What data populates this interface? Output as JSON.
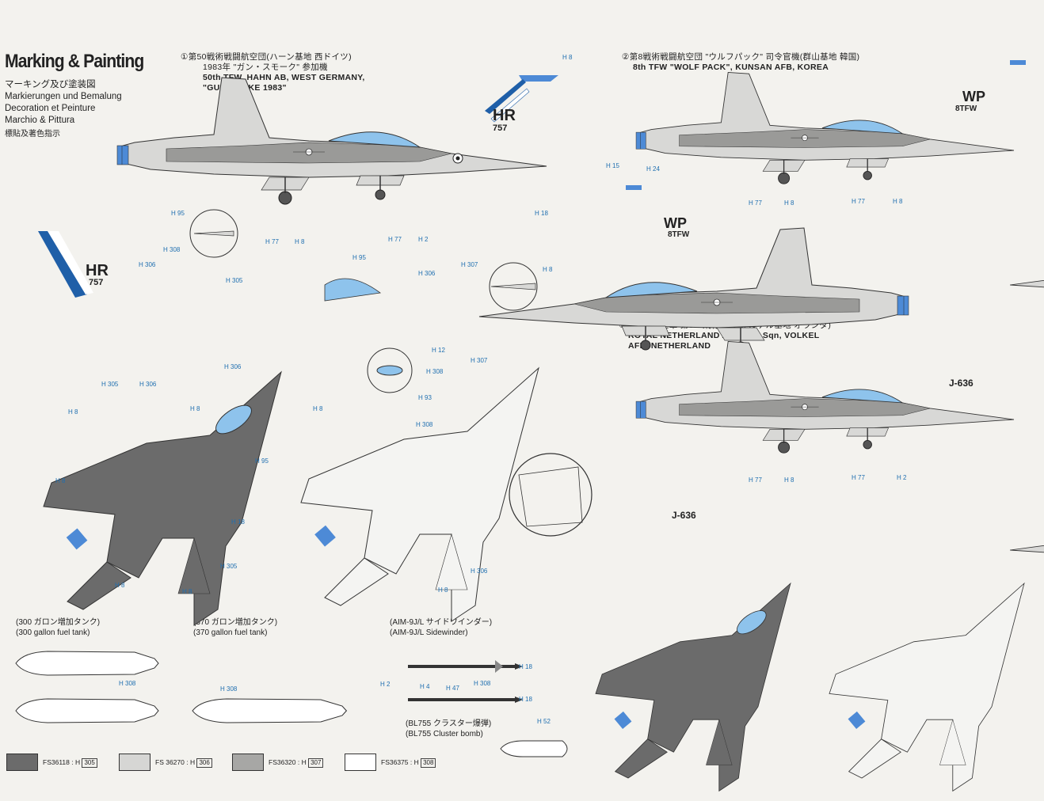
{
  "header": {
    "title": "Marking & Painting",
    "sub_lines": [
      "マーキング及び塗装図",
      "Markierungen und Bemalung",
      "Decoration et Peinture",
      "Marchio & Pittura",
      "標貼及著色指示"
    ]
  },
  "schemes": {
    "s1": {
      "line1": "①第50戦術戦闘航空団(ハーン基地 西ドイツ)",
      "line2": "1983年 \"ガン・スモーク\" 参加機",
      "line3": "50th TFW, HAHN AB, WEST GERMANY,",
      "line4": "\"GUN SMOKE 1983\""
    },
    "s2": {
      "line1": "②第8戦術戦闘航空団 \"ウルフパック\" 司令官機(群山基地 韓国)",
      "line2": "8th TFW \"WOLF PACK\", KUNSAN AFB, KOREA"
    },
    "s3": {
      "line1": "③オランダ空軍 第311飛行隊(フォルケル基地 オランダ)",
      "line2": "ROYAL NETHERLAND AF, 311th Sqn, VOLKEL",
      "line3": "AFB, NETHERLAND"
    }
  },
  "tail_codes": {
    "hr": "HR",
    "serial": "757",
    "wp": "WP",
    "wp_sub": "8TFW",
    "nl": "J-636"
  },
  "stores": {
    "t300_jp": "(300 ガロン増加タンク)",
    "t300_en": "(300 gallon fuel tank)",
    "t370_jp": "(370 ガロン増加タンク)",
    "t370_en": "(370 gallon fuel tank)",
    "aim_jp": "(AIM-9J/L サイドワインダー)",
    "aim_en": "(AIM-9J/L Sidewinder)",
    "bl_jp": "(BL755 クラスター爆弾)",
    "bl_en": "(BL755 Cluster bomb)"
  },
  "callouts": {
    "h8": "H 8",
    "h2": "H 2",
    "h4": "H 4",
    "h47": "H 47",
    "h77": "H 77",
    "h12": "H 12",
    "h15": "H 15",
    "h18": "H 18",
    "h24": "H 24",
    "h52": "H 52",
    "h93": "H 93",
    "h95": "H 95",
    "h305": "H 305",
    "h306": "H 306",
    "h307": "H 307",
    "h308": "H 308"
  },
  "swatches": [
    {
      "code": "FS36118 : H",
      "h": "305",
      "color": "#6b6b6b"
    },
    {
      "code": "FS 36270 : H",
      "h": "306",
      "color": "#d6d6d4"
    },
    {
      "code": "FS36320 : H",
      "h": "307",
      "color": "#a7a7a5"
    },
    {
      "code": "FS36375 : H",
      "h": "308",
      "color": "#ffffff"
    }
  ],
  "colors": {
    "accent_blue": "#1f6fb0",
    "canopy_blue": "#8ec3ec",
    "engine_blue": "#4d8ad6"
  }
}
